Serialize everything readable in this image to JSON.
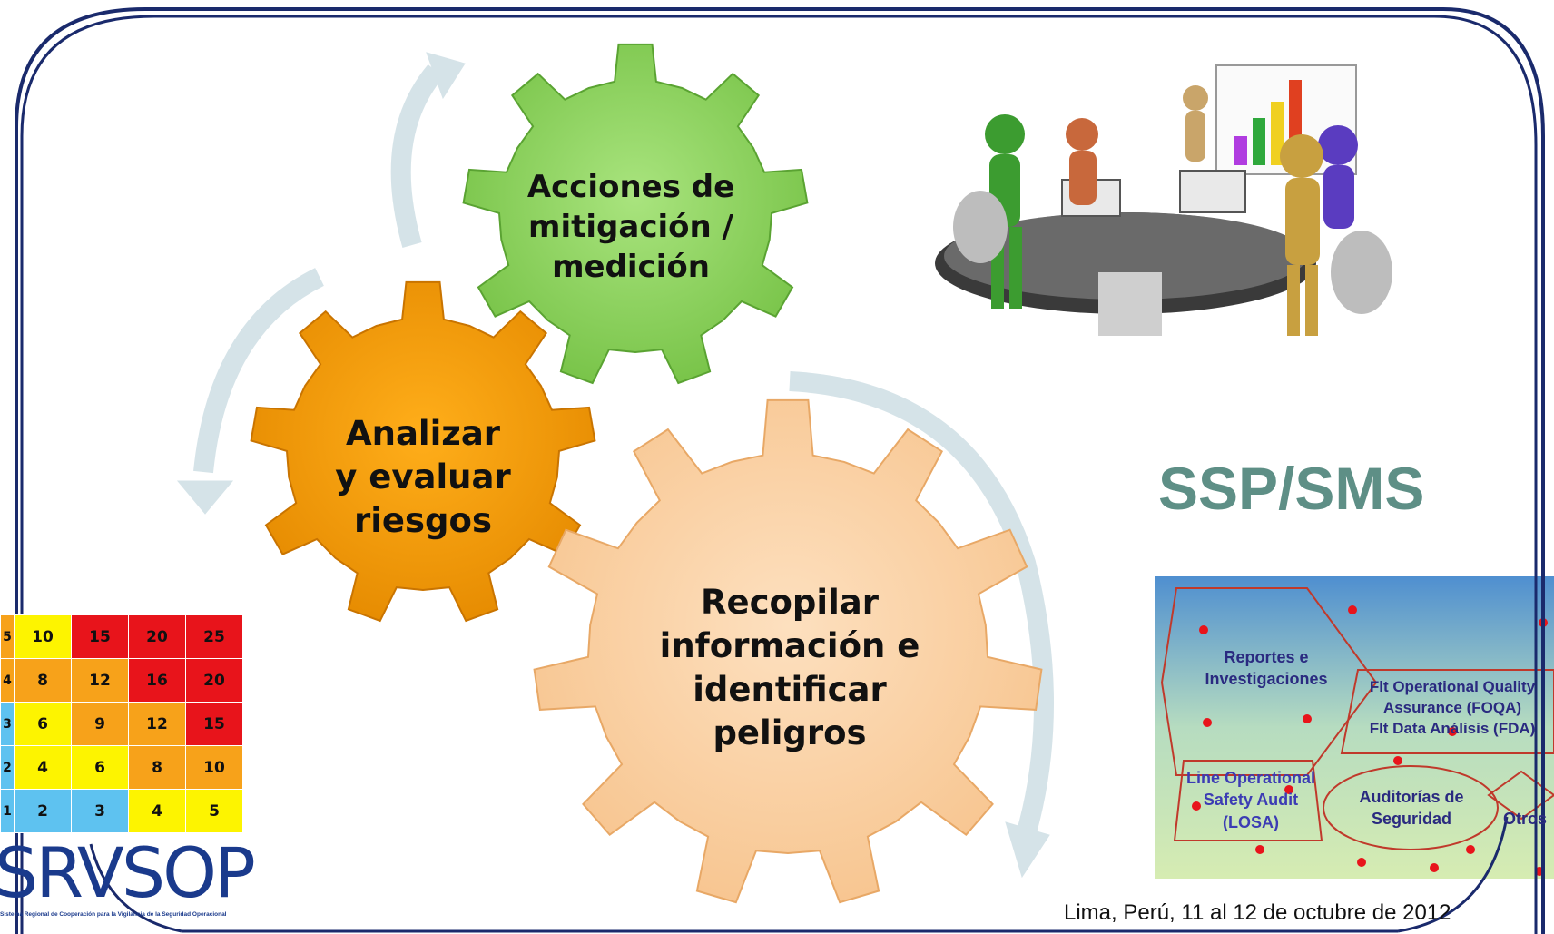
{
  "colors": {
    "frame": "#1a2a6c",
    "gear_green": "#8fd660",
    "gear_orange": "#f39c00",
    "gear_peach": "#fbd3a6",
    "arrow": "#d5e3e8",
    "title": "#5e8f86",
    "matrix_red": "#e8141b",
    "matrix_orange": "#f7a21a",
    "matrix_yellow": "#fdf400",
    "matrix_blue": "#5ec2f0"
  },
  "cycle": {
    "gear_mitigation": {
      "lines": [
        "Acciones de",
        "mitigación /",
        "medición"
      ]
    },
    "gear_analyze": {
      "lines": [
        "Analizar",
        "y evaluar",
        "riesgos"
      ]
    },
    "gear_collect": {
      "lines": [
        "Recopilar",
        "información e",
        "identificar",
        "peligros"
      ]
    }
  },
  "title": "SSP/SMS",
  "risk_matrix": {
    "row_labels": [
      "5",
      "4",
      "3",
      "2",
      "1"
    ],
    "rows": [
      [
        "10",
        "15",
        "20",
        "25"
      ],
      [
        "8",
        "12",
        "16",
        "20"
      ],
      [
        "6",
        "9",
        "12",
        "15"
      ],
      [
        "4",
        "6",
        "8",
        "10"
      ],
      [
        "2",
        "3",
        "4",
        "5"
      ]
    ]
  },
  "programs": {
    "reportes": [
      "Reportes e",
      "Investigaciones"
    ],
    "foqa": [
      "Flt Operational Quality",
      "Assurance (FOQA)",
      "Flt Data Análisis (FDA)"
    ],
    "losa": [
      "Line Operational",
      "Safety Audit",
      "(LOSA)"
    ],
    "auditorias": [
      "Auditorías de",
      "Seguridad"
    ],
    "otros": "Otros"
  },
  "logo": {
    "text": "SRVSOP",
    "subtitle": "Sistema Regional de Cooperación para la Vigilancia de la Seguridad Operacional"
  },
  "footer": "Lima, Perú, 11 al 12 de octubre de 2012"
}
